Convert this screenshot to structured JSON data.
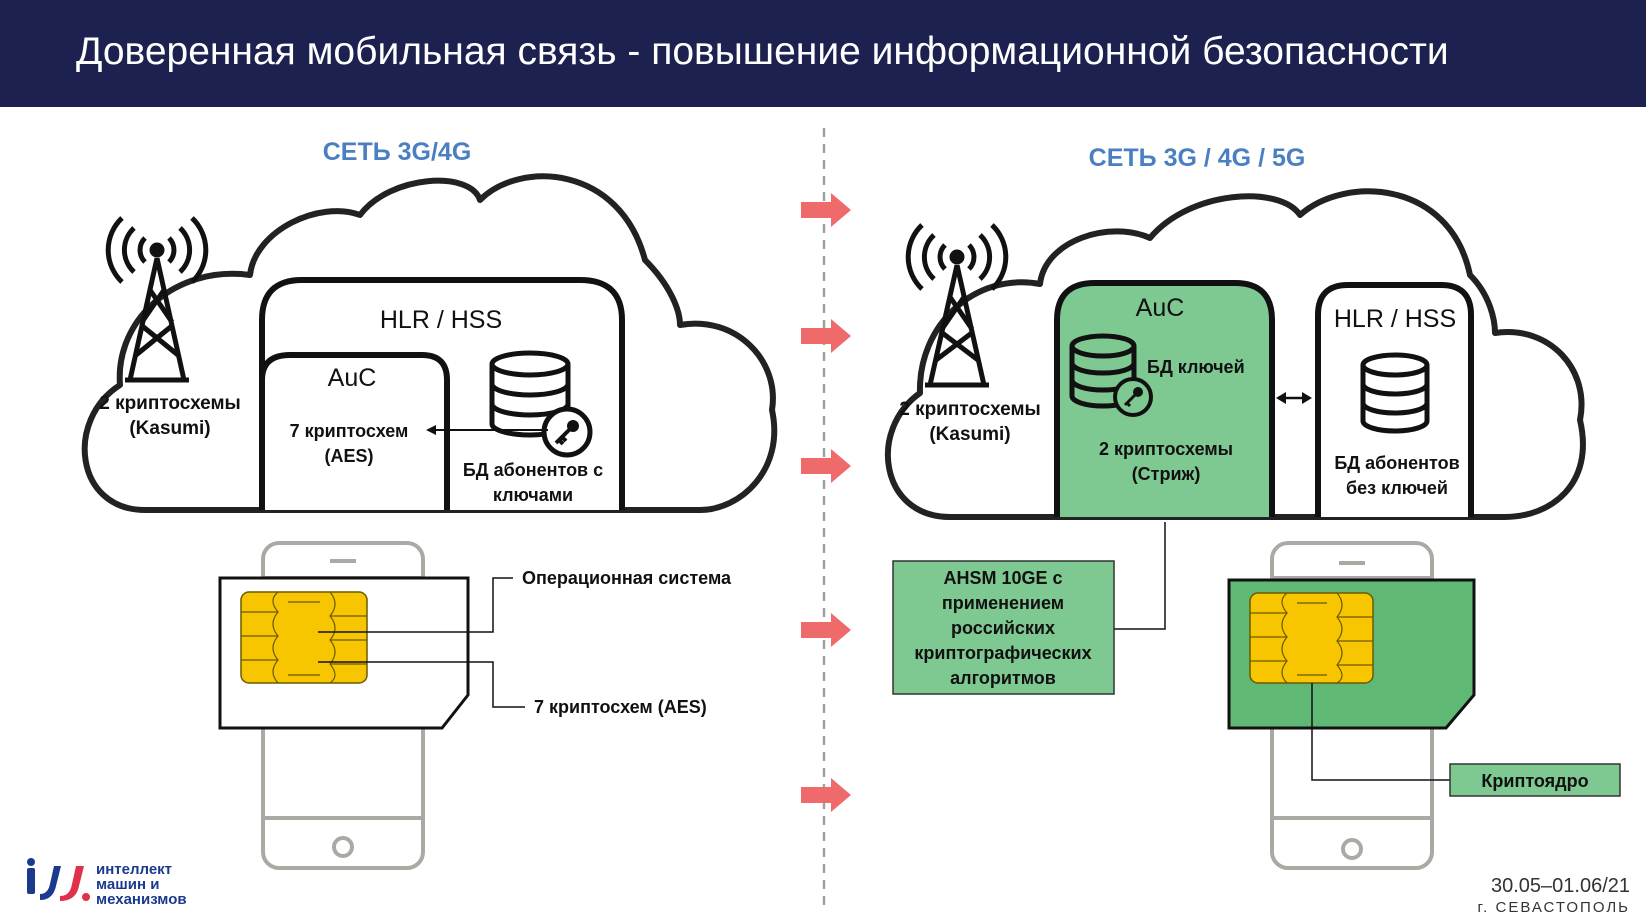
{
  "header": {
    "title": "Доверенная мобильная связь - повышение информационной безопасности"
  },
  "colors": {
    "header_bg": "#1c2150",
    "section_title": "#4a7fc1",
    "arrow": "#ef6b6b",
    "green_fill": "#7ec891",
    "green_dark": "#5fb874",
    "chip": "#f7c600",
    "logo_blue": "#1b3a8f",
    "logo_red": "#e0314b"
  },
  "left": {
    "section_title": "СЕТЬ 3G/4G",
    "tower_label_1": "2 криптосхемы",
    "tower_label_2": "(Kasumi)",
    "hlr_title": "HLR / HSS",
    "auc_title": "AuC",
    "auc_text_1": "7 криптосхем",
    "auc_text_2": "(AES)",
    "db_label_1": "БД абонентов с",
    "db_label_2": "ключами",
    "sim_label_os": "Операционная система",
    "sim_label_crypto": "7 криптосхем (AES)"
  },
  "right": {
    "section_title": "СЕТЬ 3G / 4G / 5G",
    "tower_label_1": "2 криптосхемы",
    "tower_label_2": "(Kasumi)",
    "auc_title": "AuC",
    "auc_db_label": "БД ключей",
    "auc_text_1": "2 криптосхемы",
    "auc_text_2": "(Стриж)",
    "hlr_title": "HLR / HSS",
    "db_label_1": "БД абонентов",
    "db_label_2": "без ключей",
    "ahsm_lines": [
      "AHSM 10GE с",
      "применением",
      "российских",
      "криптографических",
      "алгоритмов"
    ],
    "crypto_core_label": "Криптоядро"
  },
  "logo": {
    "line1": "интеллект",
    "line2": "машин и",
    "line3": "механизмов"
  },
  "footer": {
    "date": "30.05–01.06/21",
    "city": "г. СЕВАСТОПОЛЬ"
  }
}
